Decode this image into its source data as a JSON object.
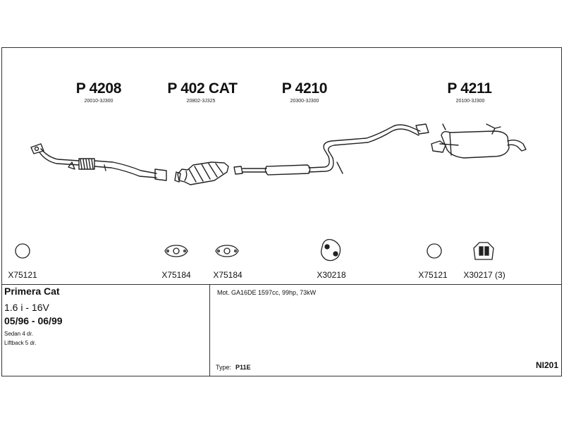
{
  "parts": [
    {
      "number": "P 4208",
      "oem": "20010-3J300"
    },
    {
      "number": "P 402 CAT",
      "oem": "20802-3J325"
    },
    {
      "number": "P 4210",
      "oem": "20300-3J300"
    },
    {
      "number": "P 4211",
      "oem": "20100-3J300"
    }
  ],
  "accessories": [
    {
      "label": "X75121",
      "icon": "ring-icon"
    },
    {
      "label": "X75184",
      "icon": "gasket-icon"
    },
    {
      "label": "X75184",
      "icon": "gasket-icon"
    },
    {
      "label": "X30218",
      "icon": "rubber-hanger-icon"
    },
    {
      "label": "X75121",
      "icon": "ring-icon"
    },
    {
      "label": "X30217 (3)",
      "icon": "hanger-icon"
    }
  ],
  "vehicle": {
    "model": "Primera Cat",
    "engine_short": "1.6 i - 16V",
    "years": "05/96 - 06/99",
    "body_styles": [
      "Sedan 4 dr.",
      "Liftback 5 dr."
    ]
  },
  "engine_spec": "Mot. GA16DE 1597cc, 99hp, 73kW",
  "type": {
    "label": "Type:",
    "value": "P11E"
  },
  "diagram_code": "NI201"
}
